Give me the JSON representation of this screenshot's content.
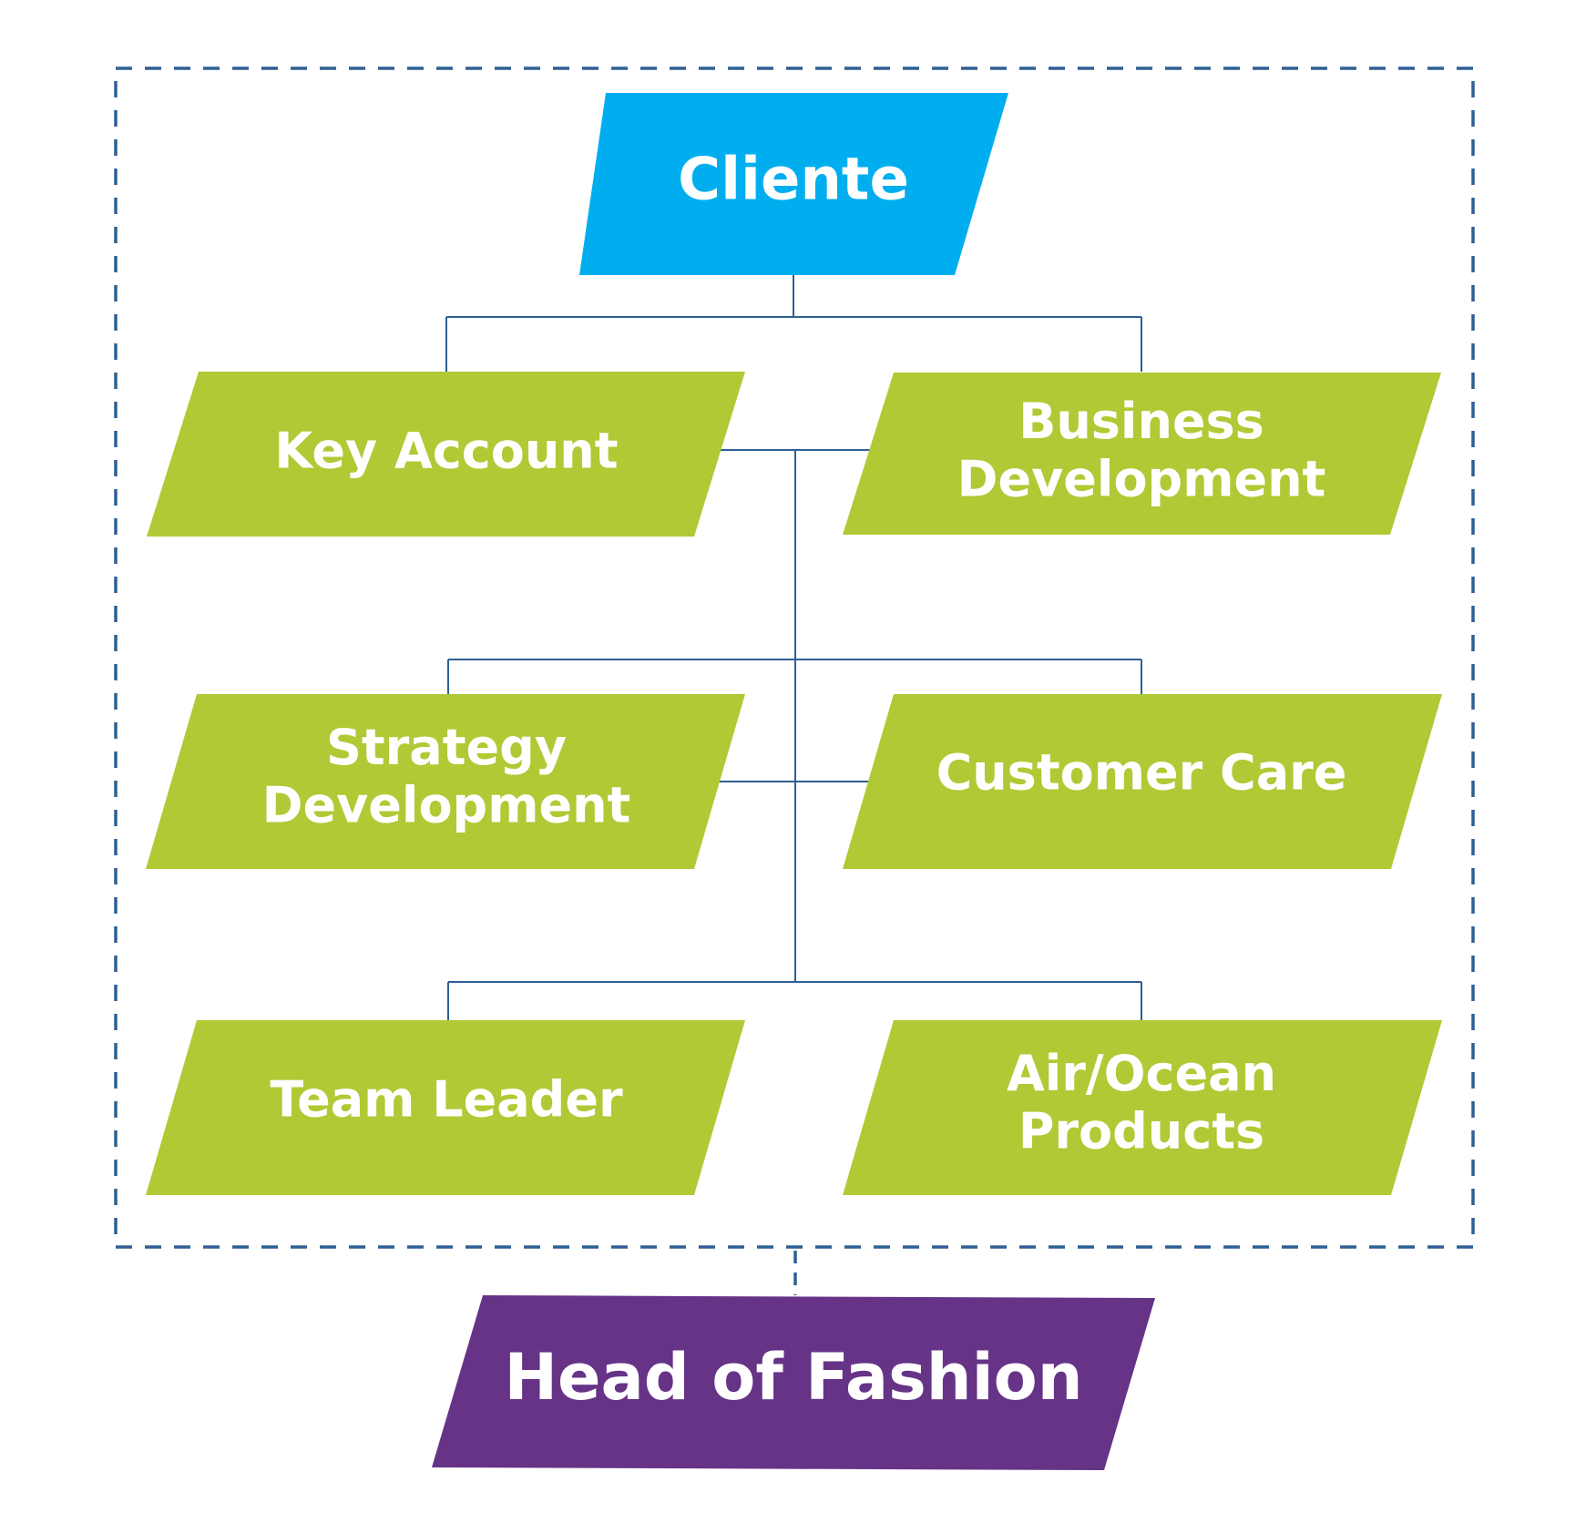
{
  "colors": {
    "top_node": "#00AEEF",
    "role_node": "#B0C935",
    "bottom_node": "#663387",
    "connector": "#2F5F93",
    "text": "#FFFFFF"
  },
  "nodes": {
    "cliente": {
      "lines": [
        "Cliente"
      ]
    },
    "key_account": {
      "lines": [
        "Key Account"
      ]
    },
    "business_development": {
      "lines": [
        "Business",
        "Development"
      ]
    },
    "strategy_development": {
      "lines": [
        "Strategy",
        "Development"
      ]
    },
    "customer_care": {
      "lines": [
        "Customer Care"
      ]
    },
    "team_leader": {
      "lines": [
        "Team Leader"
      ]
    },
    "air_ocean_products": {
      "lines": [
        "Air/Ocean",
        "Products"
      ]
    },
    "head_of_fashion": {
      "lines": [
        "Head of Fashion"
      ]
    }
  }
}
